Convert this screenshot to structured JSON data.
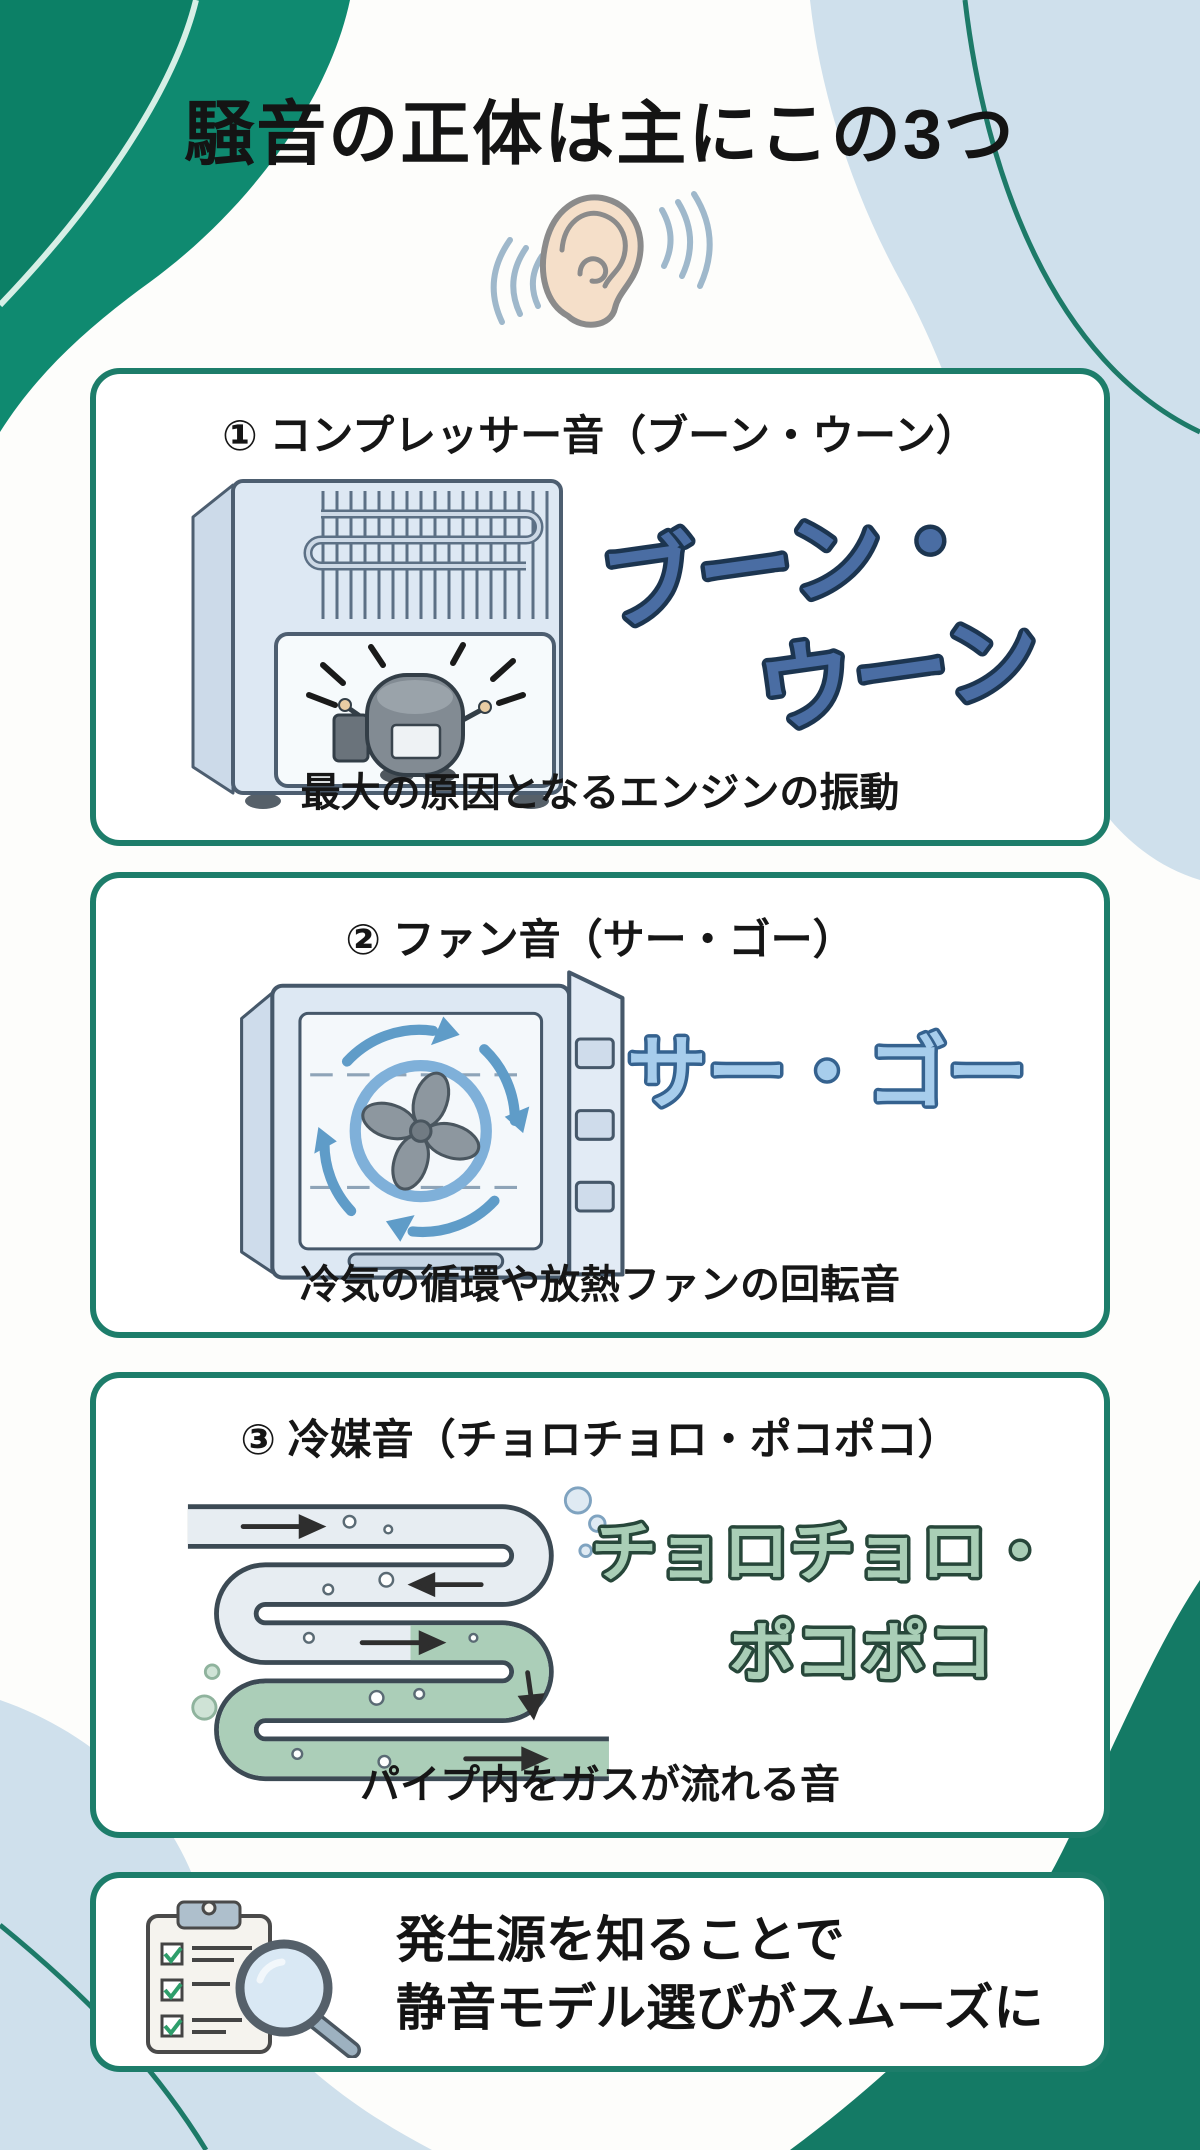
{
  "title": "騒音の正体は主にこの3つ",
  "header": {
    "ear_icon": "ear-with-sound-waves"
  },
  "cards": [
    {
      "heading": "① コンプレッサー音（ブーン・ウーン）",
      "sound_line1": "ブーン・",
      "sound_line2": "ウーン",
      "sound_color": "#4a6da3",
      "sound_outline": "#1c3550",
      "caption": "最大の原因となるエンジンの振動",
      "illustration": "fridge-back-compressor"
    },
    {
      "heading": "② ファン音（サー・ゴー）",
      "sound_line1": "サー・ゴー",
      "sound_line2": "",
      "sound_color": "#a7cdec",
      "sound_outline": "#35628f",
      "caption": "冷気の循環や放熱ファンの回転音",
      "illustration": "fridge-fan-circulation"
    },
    {
      "heading": "③ 冷媒音（チョロチョロ・ポコポコ）",
      "sound_line1": "チョロチョロ・",
      "sound_line2": "ポコポコ",
      "sound_color": "#a9ceb6",
      "sound_outline": "#27473a",
      "caption": "パイプ内をガスが流れる音",
      "illustration": "refrigerant-pipe-flow"
    }
  ],
  "summary": {
    "line1": "発生源を知ることで",
    "line2": "静音モデル選びがスムーズに",
    "icon": "clipboard-checklist-magnifier"
  },
  "colors": {
    "card_border": "#1d7d6a",
    "blob_green": "#0f8a70",
    "blob_green_dark": "#0c8066",
    "blob_green_bottom": "#147a65",
    "blob_light_blue": "#cfe0ec",
    "curve_teal": "#1d7a68",
    "curve_mint": "#d6efe6",
    "title_text": "#141414"
  }
}
